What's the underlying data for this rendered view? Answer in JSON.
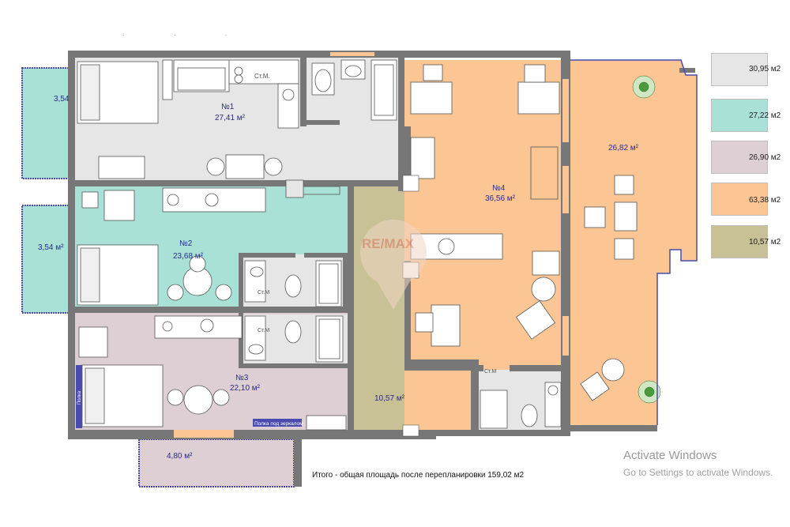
{
  "rooms": {
    "r1": {
      "num": "№1",
      "area": "27,41 м²"
    },
    "r2": {
      "num": "№2",
      "area": "23,68 м²"
    },
    "r3": {
      "num": "№3",
      "area": "22,10 м²"
    },
    "r4": {
      "num": "№4",
      "area": "36,56 м²"
    },
    "corridor": {
      "area": "10,57 м²"
    },
    "studio": {
      "area": "26,82 м²"
    },
    "balc1": {
      "area": "3,54"
    },
    "balc2": {
      "area": "3,54 м²"
    },
    "balc3": {
      "area": "4,80 м²"
    }
  },
  "labels": {
    "shelf_mirror": "Полка под зеркалом",
    "shelf": "Полка",
    "washer": "Ст.М.",
    "washer2": "Ст.М",
    "watermark": "RE/MAX"
  },
  "legend": [
    {
      "color": "#e6e6e6",
      "text": "30,95 м2"
    },
    {
      "color": "#a9e1d6",
      "text": "27,22 м2"
    },
    {
      "color": "#ddcfd4",
      "text": "26,90 м2"
    },
    {
      "color": "#fbc594",
      "text": "63,38 м2"
    },
    {
      "color": "#c9c196",
      "text": "10,57 м2"
    }
  ],
  "total_text": "Итого - общая площадь после перепланировки 159,02 м2",
  "os_notice": {
    "title": "Activate Windows",
    "subtitle": "Go to Settings to activate Windows."
  },
  "colors": {
    "wall": "#777777",
    "room1": "#e6e6e6",
    "room2": "#a9e1d6",
    "room3": "#ddcfd4",
    "room4": "#fbc594",
    "corridor": "#c9c196",
    "balcony_frame": "#4a4ab0"
  }
}
